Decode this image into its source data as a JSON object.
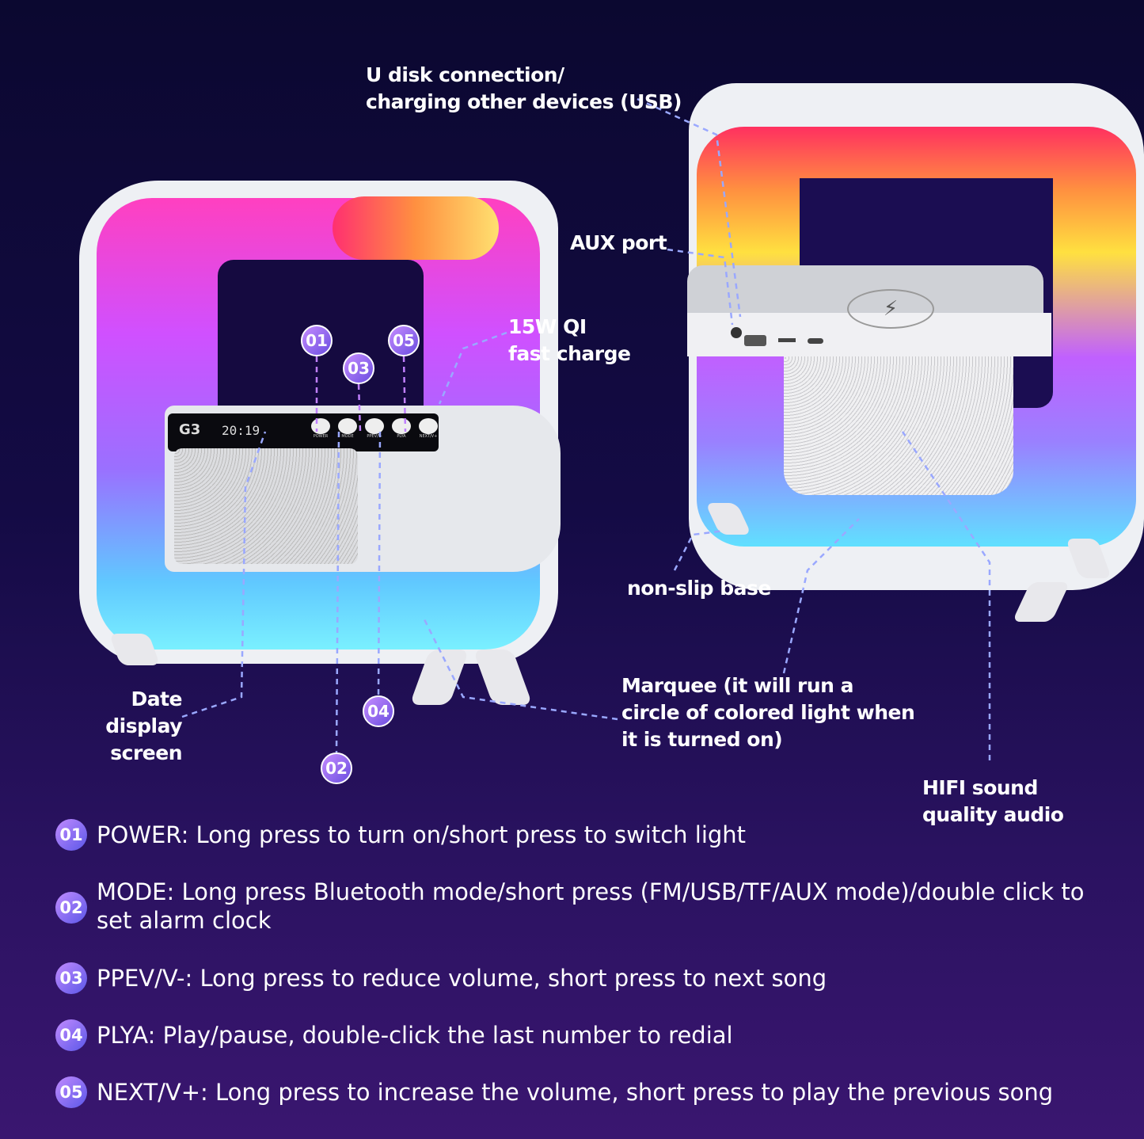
{
  "device_front": {
    "model": "G3",
    "clock": "20:19",
    "buttons": [
      "POWER",
      "MODE",
      "PPEV/V-",
      "PLYA",
      "NEXT/V+"
    ]
  },
  "callouts": {
    "usb": "U disk connection/\ncharging other devices (USB)",
    "aux": "AUX port",
    "qi": "15W QI\nfast charge",
    "base": "non-slip base",
    "date": "Date display\nscreen",
    "marquee": "Marquee (it will run a\ncircle of colored light when\nit is turned on)",
    "hifi": "HIFI sound\nquality audio"
  },
  "badges": [
    "01",
    "02",
    "03",
    "04",
    "05"
  ],
  "legend": [
    {
      "num": "01",
      "text": "POWER: Long press to turn on/short press to switch light"
    },
    {
      "num": "02",
      "text": "MODE: Long press Bluetooth mode/short press (FM/USB/TF/AUX mode)/double click to set alarm clock"
    },
    {
      "num": "03",
      "text": "PPEV/V-: Long press to reduce volume, short press to next song"
    },
    {
      "num": "04",
      "text": "PLYA: Play/pause, double-click the last number to redial"
    },
    {
      "num": "05",
      "text": "NEXT/V+: Long press to increase the volume, short press to play the previous song"
    }
  ],
  "colors": {
    "background": "#0b0830",
    "badge": "#9a6cf0",
    "line": "#8fa0ff"
  }
}
